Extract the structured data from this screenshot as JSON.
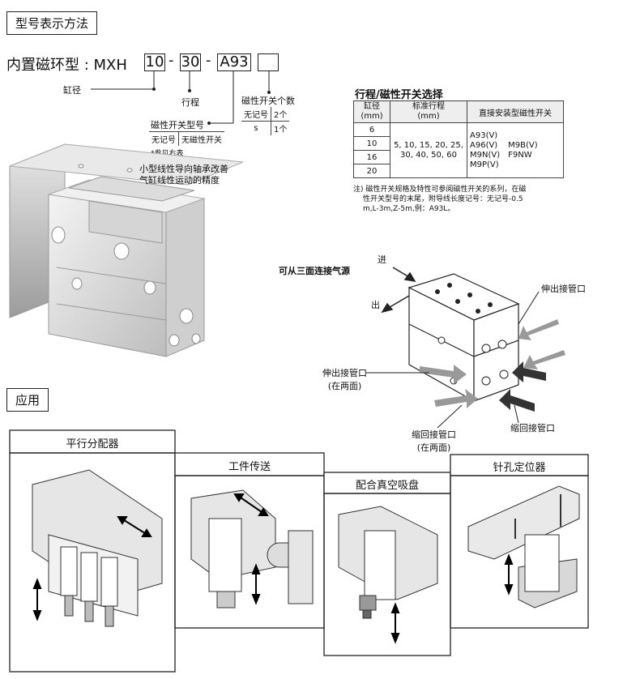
{
  "section_model": "型号表示方法",
  "model": {
    "prefix": "内置磁环型 : MXH",
    "box1": "10",
    "sep1": "-",
    "box2": "30",
    "sep2": "-",
    "box3": "A93",
    "box4": "",
    "bore_label": "缸径",
    "stroke_label": "行程",
    "switch_count_title": "磁性开关个数",
    "switch_count_rows": [
      {
        "code": "无记号",
        "value": "2个"
      },
      {
        "code": "s",
        "value": "1个"
      }
    ],
    "switch_model_title": "磁性开关型号",
    "switch_model_row": {
      "code": "无记号",
      "value": "无磁性开关"
    },
    "see_right": "*参见右表"
  },
  "product_caption": [
    "小型线性导向轴承改善",
    "气缸线性运动的精度"
  ],
  "stroke_table": {
    "title": "行程/磁性开关选择",
    "headers": [
      "缸径\n(mm)",
      "标准行程\n(mm)",
      "直接安装型磁性开关"
    ],
    "bores": [
      "6",
      "10",
      "16",
      "20"
    ],
    "strokes": [
      "5, 10, 15, 20, 25,",
      "30, 40, 50, 60"
    ],
    "switches_left": [
      "A93(V)",
      "A96(V)",
      "M9N(V)",
      "M9P(V)"
    ],
    "switches_right": [
      "M9B(V)",
      "F9NW"
    ],
    "note": [
      "注) 磁性开关规格及特性可参阅磁性开关的系列，在磁",
      "性开关型号的末尾，附导线长度记号：无记号-0.5",
      "m,L-3m,Z-5m,例：A93L。"
    ]
  },
  "piping": {
    "title": "可从三面连接气源",
    "in_label": "进",
    "out_label": "出",
    "extend_top": "伸出接管口",
    "extend_side": [
      "伸出接管口",
      "(在两面)"
    ],
    "retract_side": [
      "缩回接管口",
      "(在两面)"
    ],
    "retract_bottom": "缩回接管口"
  },
  "section_apps": "应用",
  "apps": [
    {
      "title": "平行分配器"
    },
    {
      "title": "工件传送"
    },
    {
      "title": "配合真空吸盘"
    },
    {
      "title": "针孔定位器"
    }
  ]
}
